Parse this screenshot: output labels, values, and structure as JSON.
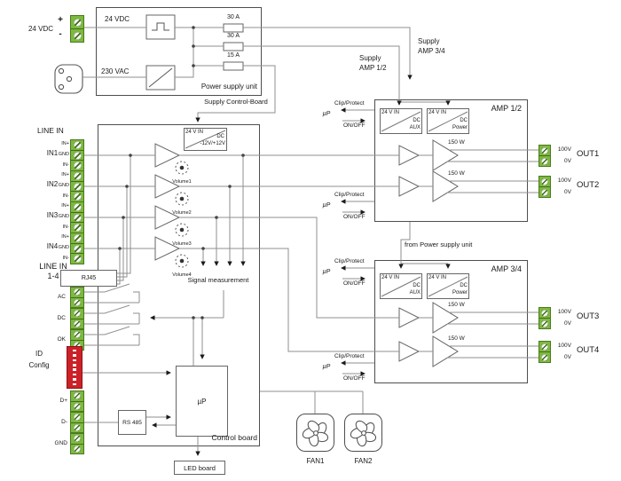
{
  "input": {
    "label": "24 VDC",
    "plus": "+",
    "minus": "-"
  },
  "psu": {
    "title": "Power supply unit",
    "dc": "24 VDC",
    "ac": "230 VAC",
    "fuse1": "30 A",
    "fuse2": "30 A",
    "fuse3": "15 A"
  },
  "routes": {
    "supply_cb": "Supply Control-Board",
    "s12_1": "Supply",
    "s12_2": "AMP 1/2",
    "s34_1": "Supply",
    "s34_2": "AMP 3/4",
    "from_psu": "from Power supply unit"
  },
  "line_in": {
    "header": "LINE IN",
    "footer1": "LINE IN",
    "footer2": "1-4",
    "g1": {
      "name": "IN1",
      "p1": "IN+",
      "p2": "GND",
      "p3": "IN-"
    },
    "g2": {
      "name": "IN2",
      "p1": "IN+",
      "p2": "GND",
      "p3": "IN-"
    },
    "g3": {
      "name": "IN3",
      "p1": "IN+",
      "p2": "GND",
      "p3": "IN-"
    },
    "g4": {
      "name": "IN4",
      "p1": "IN+",
      "p2": "GND",
      "p3": "IN-"
    }
  },
  "board": {
    "title": "Control board",
    "conv_in": "24 V IN",
    "conv_dc": "DC",
    "conv_range": "-12V/+12V",
    "v1": "Volume1",
    "v2": "Volume2",
    "v3": "Volume3",
    "v4": "Volume4",
    "sig": "Signal measurement",
    "rj45": "RJ45",
    "relay1": "AC",
    "relay2": "DC",
    "relay3": "OK",
    "id1": "ID",
    "id2": "Config",
    "bus1": "D+",
    "bus2": "D-",
    "bus3": "GND",
    "rs485": "RS 485",
    "up": "µP",
    "led": "LED board"
  },
  "fans": {
    "f1": "FAN1",
    "f2": "FAN2"
  },
  "ann": {
    "clip": "Clip/Protect",
    "up": "µP",
    "onoff": "ON/OFF"
  },
  "amp12": {
    "title": "AMP 1/2",
    "conv1_in": "24 V IN",
    "conv1_l1": "DC",
    "conv1_l2": "AUX",
    "conv2_in": "24 V IN",
    "conv2_l1": "DC",
    "conv2_l2": "Power",
    "w1": "150 W",
    "w2": "150 W",
    "out1": "OUT1",
    "out2": "OUT2",
    "hv": "100V",
    "lv": "0V"
  },
  "amp34": {
    "title": "AMP 3/4",
    "conv1_in": "24 V IN",
    "conv1_l1": "DC",
    "conv1_l2": "AUX",
    "conv2_in": "24 V IN",
    "conv2_l1": "DC",
    "conv2_l2": "Power",
    "w1": "150 W",
    "w2": "150 W",
    "out1": "OUT3",
    "out2": "OUT4",
    "hv": "100V",
    "lv": "0V"
  },
  "colors": {
    "terminal_green": "#7cb93f",
    "dip_red": "#cc2128",
    "wire": "#8f8f8f",
    "box": "#4e4e4e"
  }
}
